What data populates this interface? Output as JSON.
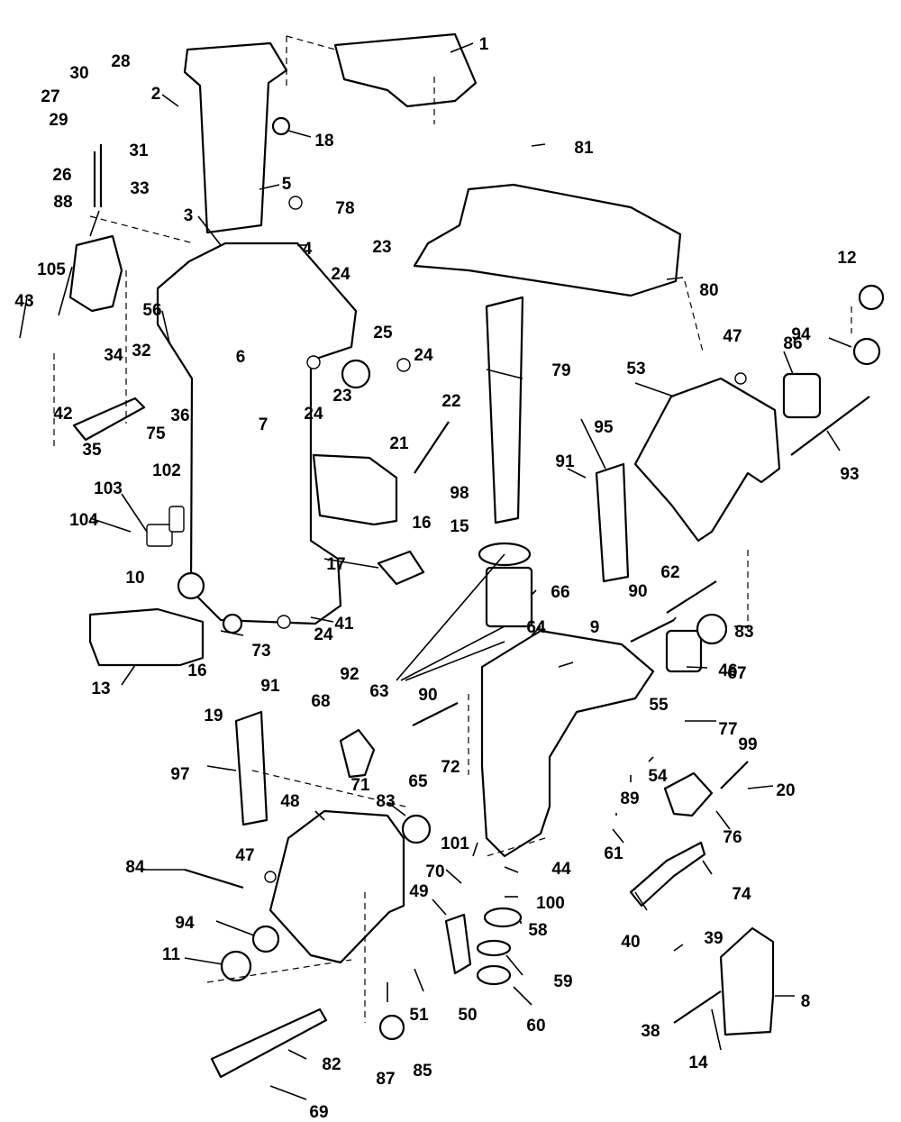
{
  "callouts": [
    "1",
    "2",
    "3",
    "4",
    "5",
    "6",
    "7",
    "8",
    "9",
    "10",
    "11",
    "12",
    "13",
    "14",
    "15",
    "16",
    "16",
    "17",
    "18",
    "19",
    "20",
    "21",
    "22",
    "23",
    "23",
    "24",
    "24",
    "24",
    "24",
    "25",
    "26",
    "27",
    "28",
    "29",
    "30",
    "31",
    "32",
    "33",
    "34",
    "35",
    "36",
    "38",
    "39",
    "40",
    "41",
    "42",
    "43",
    "44",
    "46",
    "47",
    "47",
    "48",
    "49",
    "50",
    "51",
    "53",
    "54",
    "55",
    "56",
    "58",
    "59",
    "60",
    "61",
    "62",
    "63",
    "64",
    "65",
    "66",
    "67",
    "68",
    "69",
    "70",
    "71",
    "72",
    "73",
    "74",
    "75",
    "76",
    "77",
    "78",
    "79",
    "80",
    "81",
    "82",
    "83",
    "83",
    "84",
    "85",
    "86",
    "87",
    "88",
    "89",
    "90",
    "90",
    "91",
    "91",
    "92",
    "93",
    "94",
    "94",
    "95",
    "97",
    "98",
    "99",
    "100",
    "101",
    "102",
    "103",
    "104",
    "105"
  ]
}
